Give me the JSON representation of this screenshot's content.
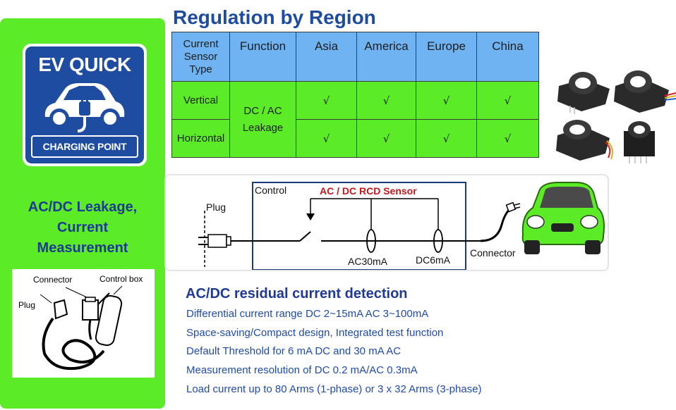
{
  "page": {
    "title": "Regulation by Region"
  },
  "logo": {
    "title": "EV QUICK",
    "subtitle": "CHARGING POINT"
  },
  "left_caption": [
    "AC/DC Leakage,",
    "Current",
    "Measurement"
  ],
  "cable_diagram": {
    "labels": {
      "connector": "Connector",
      "control_box": "Control box",
      "plug": "Plug"
    }
  },
  "table": {
    "headers": [
      "Current Sensor Type",
      "Function",
      "Asia",
      "America",
      "Europe",
      "China"
    ],
    "header_lines": [
      "Current",
      "Sensor",
      "Type"
    ],
    "function": [
      "DC / AC",
      "Leakage"
    ],
    "rows": [
      {
        "type": "Vertical",
        "marks": [
          "√",
          "√",
          "√",
          "√"
        ]
      },
      {
        "type": "Horizontal",
        "marks": [
          "√",
          "√",
          "√",
          "√"
        ]
      }
    ]
  },
  "circuit": {
    "plug": "Plug",
    "control": "Control",
    "sensor": "AC / DC RCD Sensor",
    "ac": "AC30mA",
    "dc": "DC6mA",
    "connector": "Connector",
    "colors": {
      "sensor_label": "#c0181d",
      "box_border": "#1a3a7a"
    }
  },
  "detection": {
    "title": "AC/DC residual current detection",
    "items": [
      "Differential current range DC 2~15mA AC 3~100mA",
      "Space-saving/Compact design, Integrated test function",
      "Default Threshold for 6 mA DC and 30 mA AC",
      "Measurement resolution of DC 0.2 mA/AC 0.3mA",
      "Load current up to 80 Arms (1-phase) or 3 x 32 Arms (3-phase)"
    ]
  },
  "colors": {
    "green": "#5bec27",
    "blue_header": "#6fb3f2",
    "title_blue": "#1d4c9f",
    "text_blue": "#1f4ba8",
    "logo_blue": "#1e4ca1"
  }
}
